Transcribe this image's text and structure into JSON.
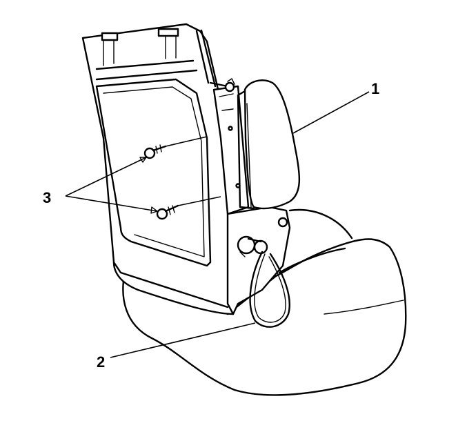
{
  "callouts": {
    "one": "1",
    "two": "2",
    "three": "3"
  }
}
